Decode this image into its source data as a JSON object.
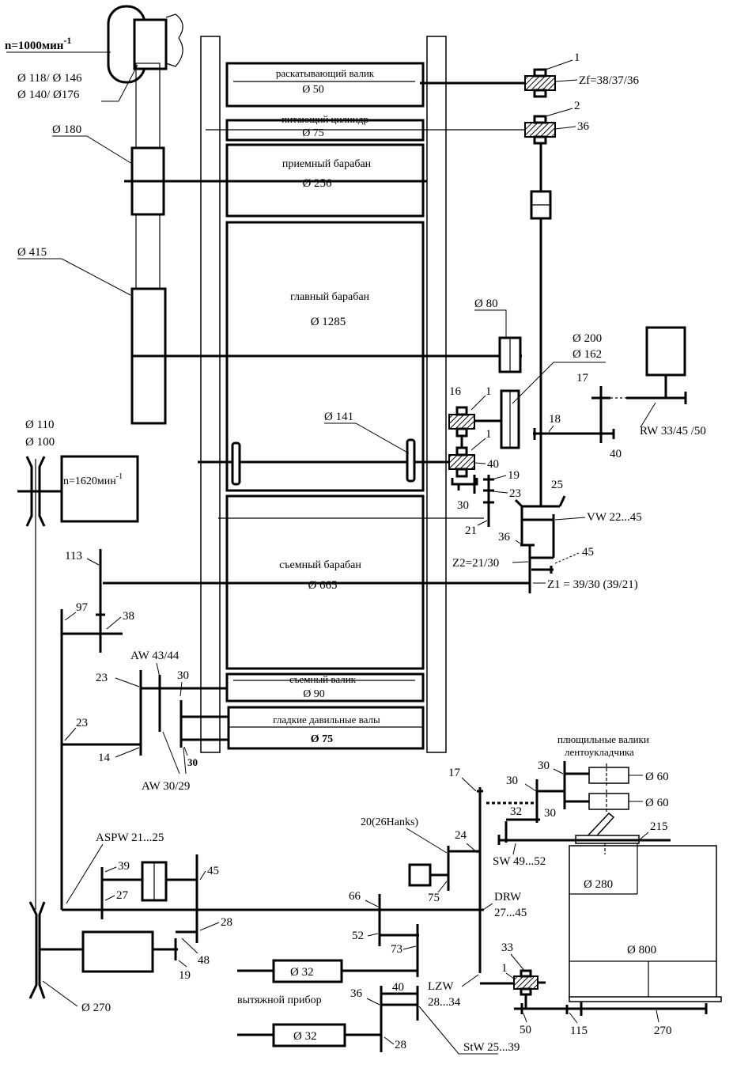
{
  "rolls": {
    "rolling_roller": {
      "name": "раскатывающий валик",
      "dia": "Ø 50"
    },
    "feed_cylinder": {
      "name": "питающий цилиндр",
      "dia": "Ø 75"
    },
    "licker_in": {
      "name": "приемный барабан",
      "dia": "Ø 256"
    },
    "main_cylinder": {
      "name": "главный барабан",
      "dia": "Ø 1285"
    },
    "doffer": {
      "name": "съемный барабан",
      "dia": "Ø 665"
    },
    "doffer_roller": {
      "name": "съемный валик",
      "dia": "Ø 90"
    },
    "calender": {
      "name": "гладкие   давильные валы",
      "dia": "Ø 75"
    }
  },
  "motors": {
    "main_speed": "n=1000мин",
    "main_speed_exp": "-1",
    "second_speed": "n=1620мин",
    "second_speed_exp": "-1"
  },
  "pulleys": {
    "top": [
      "Ø 118/ Ø 146",
      "Ø 140/ Ø176"
    ],
    "p180": "Ø 180",
    "p415": "Ø 415",
    "p80": "Ø 80",
    "p200": [
      "Ø 200",
      "Ø 162"
    ],
    "p141": "Ø 141",
    "p110": [
      "Ø 110",
      "Ø 100"
    ],
    "p270": "Ø 270"
  },
  "gears_right": {
    "n1": "1",
    "zf": "Zf=38/37/36",
    "n2": "2",
    "g36_top": "36",
    "g16": "16",
    "g1a": "1",
    "g1b": "1",
    "g40a": "40",
    "g19": "19",
    "g23": "23",
    "g30": "30",
    "g21": "21",
    "g25": "25",
    "vw": "VW 22...45",
    "g36": "36",
    "g45": "45",
    "z2": "Z2=21/30",
    "z1": "Z1 = 39/30 (39/21)",
    "g17": "17",
    "g18": "18",
    "g40b": "40",
    "rw": "RW 33/45 /50"
  },
  "gears_left": {
    "g113": "113",
    "g97": "97",
    "g38": "38",
    "aw1": "AW 43/44",
    "g30a": "30",
    "g23a": "23",
    "g23b": "23",
    "g14": "14",
    "g30b": "30",
    "aw2": "AW 30/29",
    "aspw": "ASPW 21...25",
    "g39": "39",
    "g27": "27",
    "g45": "45",
    "g28": "28",
    "g48": "48",
    "g19": "19"
  },
  "coiler": {
    "title1": "плющильные валики",
    "title2": "лентоукладчика",
    "g30a": "30",
    "g30b": "30",
    "g30c": "30",
    "g32": "32",
    "d60a": "Ø 60",
    "d60b": "Ø 60",
    "g17": "17",
    "g215": "215",
    "sw": "SW 49...52",
    "d280": "Ø 280",
    "d800": "Ø 800",
    "g20": "20(26Hanks)",
    "g24": "24",
    "g75": "75",
    "g66": "66",
    "drw1": "DRW",
    "drw2": "27...45",
    "g52": "52",
    "g73": "73",
    "g33": "33",
    "g1": "1",
    "g40": "40",
    "lzw1": "LZW",
    "lzw2": "28...34",
    "g36": "36",
    "g28": "28",
    "g50": "50",
    "g115": "115",
    "g270": "270",
    "stw": "StW 25...39",
    "drafting": "вытяжной прибор",
    "d32a": "Ø 32",
    "d32b": "Ø 32"
  }
}
